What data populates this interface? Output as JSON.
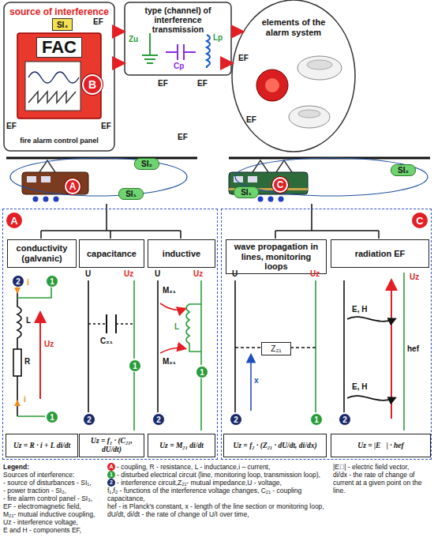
{
  "diagram": {
    "nodes": [
      {
        "text": [
          "source of interference",
          "fire alarm control panel"
        ]
      },
      {
        "text": [
          "FAC"
        ],
        "in": 0
      },
      {
        "text": [
          "B"
        ],
        "in": 0
      },
      {
        "text": [
          "SI₃"
        ],
        "in": 0
      },
      {
        "text": [
          "type (channel) of interference transmission"
        ]
      },
      {
        "text": [
          "elements of the alarm system"
        ]
      },
      {
        "text": [
          "A"
        ]
      },
      {
        "text": [
          "SI₂"
        ]
      },
      {
        "text": [
          "SI₁"
        ]
      },
      {
        "text": [
          "C"
        ]
      },
      {
        "text": [
          "SI₁"
        ]
      },
      {
        "text": [
          "SI₂"
        ]
      },
      {
        "text": [
          "A"
        ]
      },
      {
        "text": [
          "conductivity (galvanic)"
        ],
        "in": 12
      },
      {
        "text": [
          "capacitance"
        ],
        "in": 12
      },
      {
        "text": [
          "inductive"
        ],
        "in": 12
      },
      {
        "text": [
          "C"
        ]
      },
      {
        "text": [
          "wave propagation in lines, monitoring loops"
        ],
        "in": 16
      },
      {
        "text": [
          "radiation EF"
        ],
        "in": 16
      },
      {
        "text": [
          "2"
        ],
        "in": 12
      },
      {
        "text": [
          "1"
        ],
        "in": 12
      },
      {
        "text": [
          "1"
        ],
        "in": 12
      },
      {
        "text": [
          "1"
        ],
        "in": 12
      },
      {
        "text": [
          "2"
        ],
        "in": 12
      },
      {
        "text": [
          "1"
        ],
        "in": 12
      },
      {
        "text": [
          "2"
        ],
        "in": 12
      },
      {
        "text": [
          "Z₂₁"
        ],
        "in": 16
      },
      {
        "text": [
          "2"
        ],
        "in": 16
      },
      {
        "text": [
          "1"
        ],
        "in": 16
      },
      {
        "text": [
          "2"
        ],
        "in": 16
      },
      {
        "text": [
          "Uz = R · i + L di/dt"
        ],
        "in": 12
      },
      {
        "text": [
          "Uz = f₁ · (C₂₁, dU/dt)"
        ],
        "in": 12
      },
      {
        "text": [
          "Uz = M₂₁ di/dt"
        ],
        "in": 12
      },
      {
        "text": [
          "Uz = f₂ · (Z₂₁ · dU/dt, di/dx)"
        ],
        "in": 16
      },
      {
        "text": [
          "Uz = |E⃗| · hef"
        ],
        "in": 16
      }
    ],
    "edges": [
      {
        "from": 0,
        "to": 4,
        "arrow": "to"
      },
      {
        "from": 0,
        "to": 4,
        "arrow": "to"
      },
      {
        "from": 4,
        "to": 5,
        "arrow": "to"
      },
      {
        "from": 4,
        "to": 5,
        "arrow": "to"
      }
    ],
    "labels": [
      "EF",
      "EF",
      "EF",
      "Zu",
      "Lp",
      "Cp",
      "EF",
      "EF",
      "EF",
      "EF",
      "EF",
      "i",
      "L",
      "R",
      "Uz",
      "i",
      "U",
      "Uz",
      "C₂₁",
      "U",
      "Uz",
      "M₂₁",
      "L",
      "M₂₁",
      "U",
      "Uz",
      "x",
      "E, H",
      "E, H",
      "hef",
      "Uz",
      "Legend:",
      "Sources of interference:",
      "- source of disturbances - SI₁,",
      "- power traction - SI₂,",
      "- fire alarm control panel - SI₃,",
      "EF - electromagnetic field,",
      "M₂₁- mutual inductive coupling,",
      "Uz - interference voltage,",
      "E and H - components EF,",
      "A",
      "1",
      "2",
      "f₁,f₂ - functions of the interference voltage changes, C₂₁ - coupling capacitance,",
      "hef - is Planck's constant, x - length of the line section or monitoring loop,",
      "dU/dt, di/dt - the rate of change of U/I over time,",
      "|E⃗| - electric field vector,",
      "di/dx - the rate of change of current at a given point on the line."
    ],
    "legend": [
      {
        "text": "- coupling, R - resistance, L - inductance,i – current,"
      },
      {
        "text": "- disturbed electrical circuit (line, monitoring loop, transmission loop),"
      },
      {
        "text": "- interference circuit,Z₂₁- mutual impedance,U - voltage,"
      }
    ]
  }
}
